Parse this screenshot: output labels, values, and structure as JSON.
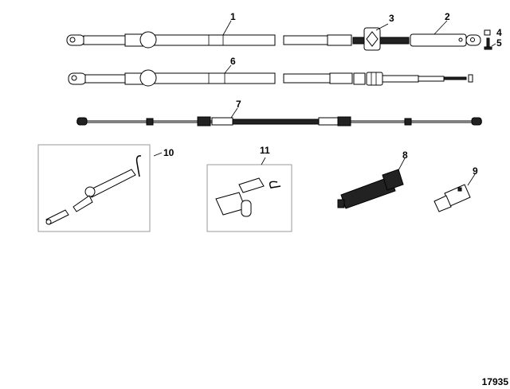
{
  "callouts": {
    "c1": "1",
    "c2": "2",
    "c3": "3",
    "c4": "4",
    "c5": "5",
    "c6": "6",
    "c7": "7",
    "c8": "8",
    "c9": "9",
    "c10": "10",
    "c11": "11"
  },
  "figure_number": "17935"
}
